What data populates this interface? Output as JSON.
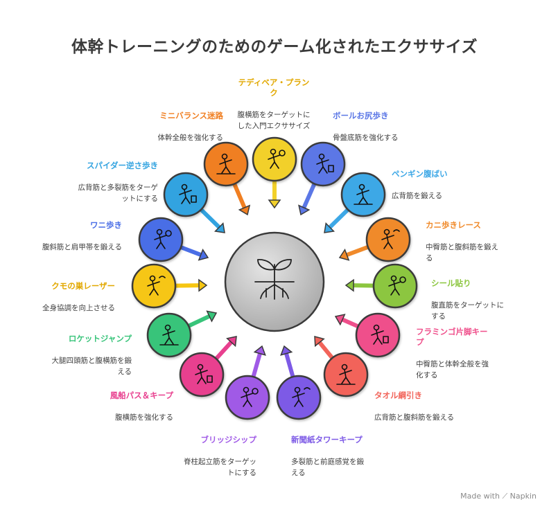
{
  "title": "体幹トレーニングのためのゲーム化されたエクササイズ",
  "brand": "Made with ⟋ Napkin",
  "items": [
    {
      "title": "テディベア・プランク",
      "desc": "腹横筋をターゲットにした入門エクササイズ",
      "color": "#f2d02a",
      "icon": "teddy-bear-plank-icon"
    },
    {
      "title": "ボールお尻歩き",
      "desc": "骨盤底筋を強化する",
      "color": "#5b77e6",
      "icon": "ball-walk-icon"
    },
    {
      "title": "ペンギン腹ばい",
      "desc": "広背筋を鍛える",
      "color": "#3ea8e6",
      "icon": "penguin-icon"
    },
    {
      "title": "カニ歩きレース",
      "desc": "中臀筋と腹斜筋を鍛える",
      "color": "#f08a2a",
      "icon": "crab-icon"
    },
    {
      "title": "シール貼り",
      "desc": "腹直筋をターゲットにする",
      "color": "#8cc63f",
      "icon": "sticker-icon"
    },
    {
      "title": "フラミンゴ片脚キープ",
      "desc": "中臀筋と体幹全般を強化する",
      "color": "#ef4f8b",
      "icon": "flamingo-icon"
    },
    {
      "title": "タオル綱引き",
      "desc": "広背筋と腹斜筋を鍛える",
      "color": "#f2645a",
      "icon": "tug-of-war-icon"
    },
    {
      "title": "新聞紙タワーキープ",
      "desc": "多裂筋と前庭感覚を鍛える",
      "color": "#7d5ae6",
      "icon": "newspaper-tower-icon"
    },
    {
      "title": "ブリッジシップ",
      "desc": "脊柱起立筋をターゲットにする",
      "color": "#a05ae6",
      "icon": "bridge-icon"
    },
    {
      "title": "風船パス＆キープ",
      "desc": "腹横筋を強化する",
      "color": "#e8408f",
      "icon": "balloon-icon"
    },
    {
      "title": "ロケットジャンプ",
      "desc": "大腿四頭筋と腹横筋を鍛える",
      "color": "#38c47a",
      "icon": "rocket-jump-icon"
    },
    {
      "title": "クモの巣レーザー",
      "desc": "全身協調を向上させる",
      "color": "#f6c612",
      "icon": "laser-web-icon"
    },
    {
      "title": "ワニ歩き",
      "desc": "腹斜筋と肩甲帯を鍛える",
      "color": "#4a6ee6",
      "icon": "crocodile-icon"
    },
    {
      "title": "スパイダー逆さ歩き",
      "desc": "広背筋と多裂筋をターゲットにする",
      "color": "#32a3e0",
      "icon": "spider-walk-icon"
    },
    {
      "title": "ミニバランス迷路",
      "desc": "体幹全般を強化する",
      "color": "#f07f22",
      "icon": "balance-maze-icon"
    }
  ]
}
